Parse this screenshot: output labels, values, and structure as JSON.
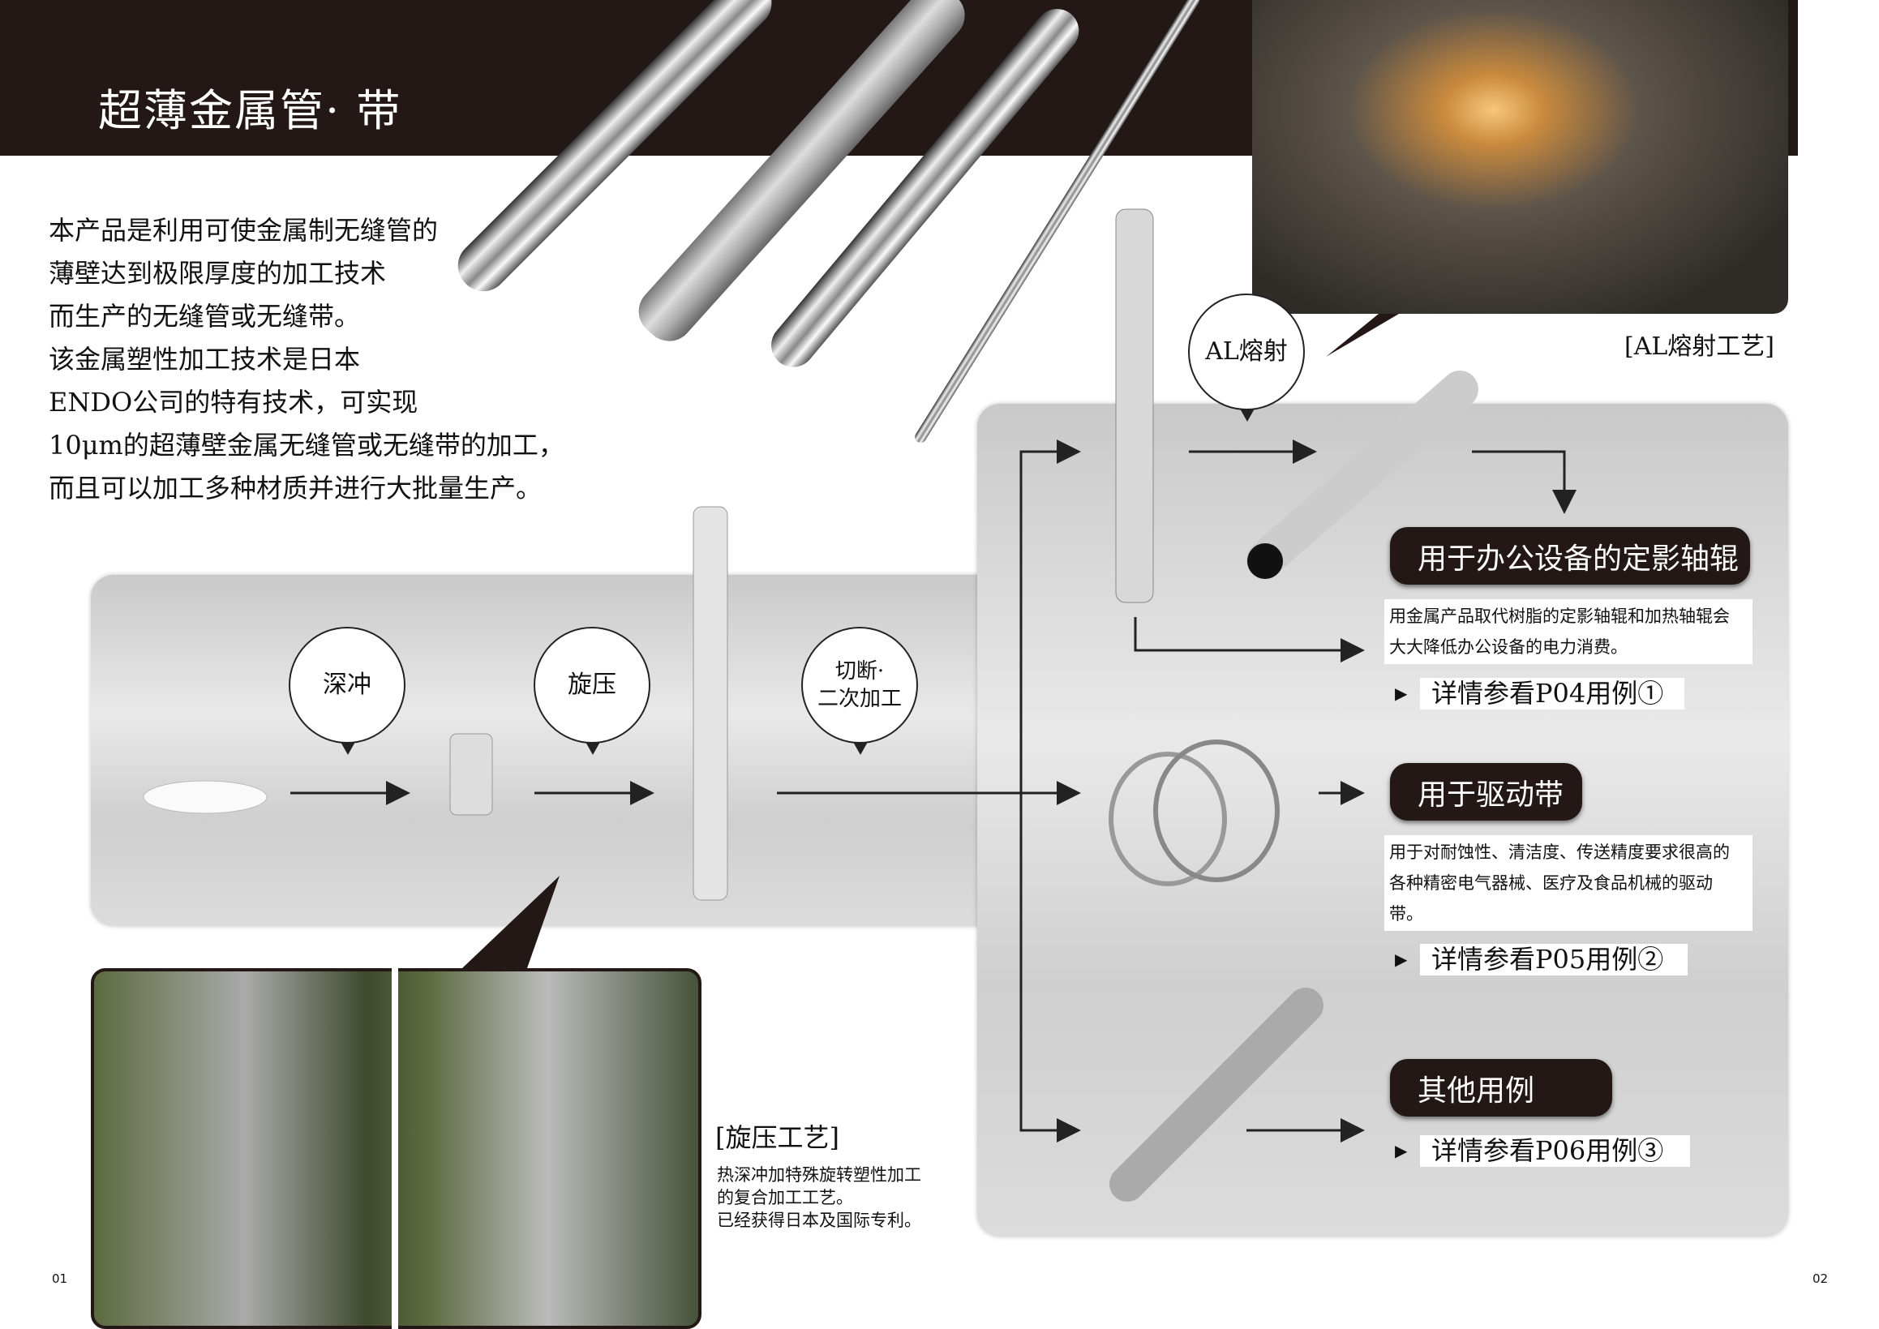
{
  "header": {
    "title": "超薄金属管· 带"
  },
  "intro": {
    "lines": [
      "本产品是利用可使金属制无缝管的",
      "薄壁达到极限厚度的加工技术",
      "而生产的无缝管或无缝带。",
      "该金属塑性加工技术是日本",
      "ENDO公司的特有技术，可实现",
      "10μm的超薄壁金属无缝管或无缝带的加工，",
      "而且可以加工多种材质并进行大批量生产。"
    ]
  },
  "process": {
    "steps": [
      "深冲",
      "旋压",
      "切断·\n二次加工",
      "AL熔射"
    ]
  },
  "al_caption": "[AL熔射工艺]",
  "uses": [
    {
      "title": "用于办公设备的定影轴辊",
      "desc": "用金属产品取代树脂的定影轴辊和加热轴辊会\n大大降低办公设备的电力消费。",
      "link": "详情参看P04用例①"
    },
    {
      "title": "用于驱动带",
      "desc": "用于对耐蚀性、清洁度、传送精度要求很高的\n各种精密电气器械、医疗及食品机械的驱动\n带。",
      "link": "详情参看P05用例②"
    },
    {
      "title": "其他用例",
      "link": "详情参看P06用例③"
    }
  ],
  "spinning": {
    "caption": "[旋压工艺]",
    "text": "热深冲加特殊旋转塑性加工\n的复合加工工艺。\n已经获得日本及国际专利。"
  },
  "pages": {
    "left": "01",
    "right": "02"
  },
  "colors": {
    "dark": "#231815"
  }
}
